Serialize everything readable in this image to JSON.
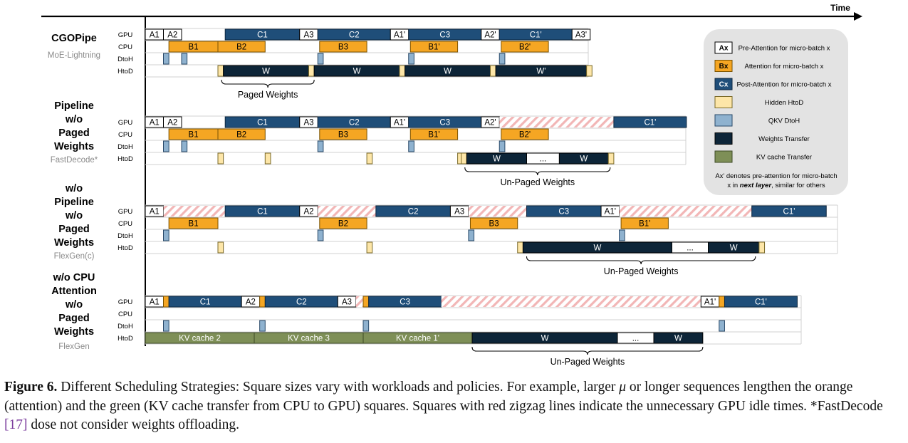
{
  "time_label": "Time",
  "lane_labels": [
    "GPU",
    "CPU",
    "DtoH",
    "HtoD"
  ],
  "colors": {
    "pre_attention": "#ffffff",
    "attention": "#f5a623",
    "post_attention": "#1f4e79",
    "hidden_htod": "#fde6a8",
    "qkv_dtoh": "#8fb2cf",
    "weights_transfer": "#0d2538",
    "kv_cache_transfer": "#7e8f57",
    "idle_stripe": "#f2b6b6"
  },
  "panels": [
    {
      "title_lines": [
        "CGOPipe"
      ],
      "subtitle": "MoE-Lightning",
      "gpu": [
        {
          "t": "pre",
          "s": 0,
          "e": 1,
          "label": "A1"
        },
        {
          "t": "pre",
          "s": 1,
          "e": 2,
          "label": "A2"
        },
        {
          "t": "post",
          "s": 4.4,
          "e": 8.5,
          "label": "C1"
        },
        {
          "t": "pre",
          "s": 8.5,
          "e": 9.5,
          "label": "A3"
        },
        {
          "t": "post",
          "s": 9.5,
          "e": 13.5,
          "label": "C2"
        },
        {
          "t": "pre",
          "s": 13.5,
          "e": 14.5,
          "label": "A1'"
        },
        {
          "t": "post",
          "s": 14.5,
          "e": 18.5,
          "label": "C3"
        },
        {
          "t": "pre",
          "s": 18.5,
          "e": 19.5,
          "label": "A2'"
        },
        {
          "t": "post",
          "s": 19.5,
          "e": 23.5,
          "label": "C1'"
        },
        {
          "t": "pre",
          "s": 23.5,
          "e": 24.5,
          "label": "A3'"
        }
      ],
      "cpu": [
        {
          "t": "attn",
          "s": 1.3,
          "e": 4.0,
          "label": "B1"
        },
        {
          "t": "attn",
          "s": 4.0,
          "e": 6.6,
          "label": "B2"
        },
        {
          "t": "attn",
          "s": 9.6,
          "e": 12.2,
          "label": "B3"
        },
        {
          "t": "attn",
          "s": 14.6,
          "e": 17.2,
          "label": "B1'"
        },
        {
          "t": "attn",
          "s": 19.6,
          "e": 22.2,
          "label": "B2'"
        }
      ],
      "dtoh": [
        {
          "t": "qkv",
          "s": 1.0,
          "e": 1.3
        },
        {
          "t": "qkv",
          "s": 2.0,
          "e": 2.3
        },
        {
          "t": "qkv",
          "s": 9.5,
          "e": 9.8
        },
        {
          "t": "qkv",
          "s": 14.5,
          "e": 14.8
        },
        {
          "t": "qkv",
          "s": 19.5,
          "e": 19.8
        }
      ],
      "htod": [
        {
          "t": "hidden",
          "s": 4.0,
          "e": 4.3
        },
        {
          "t": "weights",
          "s": 4.3,
          "e": 9.0,
          "label": "W"
        },
        {
          "t": "hidden",
          "s": 9.0,
          "e": 9.3
        },
        {
          "t": "weights",
          "s": 9.3,
          "e": 14.0,
          "label": "W"
        },
        {
          "t": "hidden",
          "s": 14.0,
          "e": 14.3
        },
        {
          "t": "weights",
          "s": 14.3,
          "e": 19.0,
          "label": "W"
        },
        {
          "t": "hidden",
          "s": 19.0,
          "e": 19.3
        },
        {
          "t": "weights",
          "s": 19.3,
          "e": 24.3,
          "label": "W'"
        },
        {
          "t": "hidden",
          "s": 24.3,
          "e": 24.6
        }
      ],
      "brace": {
        "s": 4.2,
        "e": 9.3,
        "label": "Paged Weights"
      }
    },
    {
      "title_lines": [
        "Pipeline",
        "w/o",
        "Paged",
        "Weights"
      ],
      "subtitle": "FastDecode*",
      "gpu": [
        {
          "t": "pre",
          "s": 0,
          "e": 1,
          "label": "A1"
        },
        {
          "t": "pre",
          "s": 1,
          "e": 2,
          "label": "A2"
        },
        {
          "t": "post",
          "s": 4.4,
          "e": 8.5,
          "label": "C1"
        },
        {
          "t": "pre",
          "s": 8.5,
          "e": 9.5,
          "label": "A3"
        },
        {
          "t": "post",
          "s": 9.5,
          "e": 13.5,
          "label": "C2"
        },
        {
          "t": "pre",
          "s": 13.5,
          "e": 14.5,
          "label": "A1'"
        },
        {
          "t": "post",
          "s": 14.5,
          "e": 18.5,
          "label": "C3"
        },
        {
          "t": "pre",
          "s": 18.5,
          "e": 19.5,
          "label": "A2'"
        },
        {
          "t": "idle",
          "s": 19.5,
          "e": 25.8
        },
        {
          "t": "post",
          "s": 25.8,
          "e": 29.8,
          "label": "C1'"
        }
      ],
      "cpu": [
        {
          "t": "attn",
          "s": 1.3,
          "e": 4.0,
          "label": "B1"
        },
        {
          "t": "attn",
          "s": 4.0,
          "e": 6.6,
          "label": "B2"
        },
        {
          "t": "attn",
          "s": 9.6,
          "e": 12.2,
          "label": "B3"
        },
        {
          "t": "attn",
          "s": 14.6,
          "e": 17.2,
          "label": "B1'"
        },
        {
          "t": "attn",
          "s": 19.6,
          "e": 22.2,
          "label": "B2'"
        }
      ],
      "dtoh": [
        {
          "t": "qkv",
          "s": 1.0,
          "e": 1.3
        },
        {
          "t": "qkv",
          "s": 2.0,
          "e": 2.3
        },
        {
          "t": "qkv",
          "s": 9.5,
          "e": 9.8
        },
        {
          "t": "qkv",
          "s": 14.5,
          "e": 14.8
        },
        {
          "t": "qkv",
          "s": 19.5,
          "e": 19.8
        }
      ],
      "htod": [
        {
          "t": "hidden",
          "s": 4.0,
          "e": 4.3
        },
        {
          "t": "hidden",
          "s": 6.6,
          "e": 6.9
        },
        {
          "t": "hidden",
          "s": 12.2,
          "e": 12.5
        },
        {
          "t": "hidden",
          "s": 17.2,
          "e": 17.5
        },
        {
          "t": "hidden",
          "s": 17.4,
          "e": 17.7
        },
        {
          "t": "weights",
          "s": 17.7,
          "e": 21.0,
          "label": "W"
        },
        {
          "t": "gap",
          "s": 21.0,
          "e": 22.8,
          "label": "..."
        },
        {
          "t": "weights",
          "s": 22.8,
          "e": 25.5,
          "label": "W"
        },
        {
          "t": "hidden",
          "s": 25.5,
          "e": 25.8
        }
      ],
      "brace": {
        "s": 17.6,
        "e": 25.6,
        "label": "Un-Paged Weights"
      }
    },
    {
      "title_lines": [
        "w/o",
        "Pipeline",
        "w/o",
        "Paged",
        "Weights"
      ],
      "subtitle": "FlexGen(c)",
      "gpu": [
        {
          "t": "pre",
          "s": 0,
          "e": 1,
          "label": "A1"
        },
        {
          "t": "idle",
          "s": 1,
          "e": 4.4
        },
        {
          "t": "post",
          "s": 4.4,
          "e": 8.5,
          "label": "C1"
        },
        {
          "t": "pre",
          "s": 8.5,
          "e": 9.5,
          "label": "A2"
        },
        {
          "t": "idle",
          "s": 9.5,
          "e": 12.7
        },
        {
          "t": "post",
          "s": 12.7,
          "e": 16.8,
          "label": "C2"
        },
        {
          "t": "pre",
          "s": 16.8,
          "e": 17.8,
          "label": "A3"
        },
        {
          "t": "idle",
          "s": 17.8,
          "e": 21.0
        },
        {
          "t": "post",
          "s": 21.0,
          "e": 25.1,
          "label": "C3"
        },
        {
          "t": "pre",
          "s": 25.1,
          "e": 26.1,
          "label": "A1'"
        },
        {
          "t": "idle",
          "s": 26.1,
          "e": 33.4
        },
        {
          "t": "post",
          "s": 33.4,
          "e": 37.5,
          "label": "C1'"
        }
      ],
      "cpu": [
        {
          "t": "attn",
          "s": 1.3,
          "e": 4.0,
          "label": "B1"
        },
        {
          "t": "attn",
          "s": 9.6,
          "e": 12.2,
          "label": "B2"
        },
        {
          "t": "attn",
          "s": 17.9,
          "e": 20.5,
          "label": "B3"
        },
        {
          "t": "attn",
          "s": 26.2,
          "e": 28.8,
          "label": "B1'"
        }
      ],
      "dtoh": [
        {
          "t": "qkv",
          "s": 1.0,
          "e": 1.3
        },
        {
          "t": "qkv",
          "s": 9.5,
          "e": 9.8
        },
        {
          "t": "qkv",
          "s": 17.8,
          "e": 18.1
        },
        {
          "t": "qkv",
          "s": 26.1,
          "e": 26.4
        }
      ],
      "htod": [
        {
          "t": "hidden",
          "s": 4.0,
          "e": 4.3
        },
        {
          "t": "hidden",
          "s": 12.2,
          "e": 12.5
        },
        {
          "t": "hidden",
          "s": 20.5,
          "e": 20.8
        },
        {
          "t": "weights",
          "s": 20.8,
          "e": 29.0,
          "label": "W"
        },
        {
          "t": "gap",
          "s": 29.0,
          "e": 31.0,
          "label": "..."
        },
        {
          "t": "weights",
          "s": 31.0,
          "e": 33.8,
          "label": "W"
        },
        {
          "t": "hidden",
          "s": 33.8,
          "e": 34.1
        }
      ],
      "brace": {
        "s": 21.0,
        "e": 33.6,
        "label": "Un-Paged Weights"
      }
    },
    {
      "title_lines": [
        "w/o CPU",
        "Attention",
        "w/o",
        "Paged",
        "Weights"
      ],
      "subtitle": "FlexGen",
      "gpu": [
        {
          "t": "pre",
          "s": 0,
          "e": 1,
          "label": "A1"
        },
        {
          "t": "attn",
          "s": 1.0,
          "e": 1.3
        },
        {
          "t": "post",
          "s": 1.3,
          "e": 5.3,
          "label": "C1"
        },
        {
          "t": "pre",
          "s": 5.3,
          "e": 6.3,
          "label": "A2"
        },
        {
          "t": "attn",
          "s": 6.3,
          "e": 6.6
        },
        {
          "t": "post",
          "s": 6.6,
          "e": 10.6,
          "label": "C2"
        },
        {
          "t": "pre",
          "s": 10.6,
          "e": 11.6,
          "label": "A3"
        },
        {
          "t": "idle",
          "s": 11.6,
          "e": 12.0
        },
        {
          "t": "attn",
          "s": 12.0,
          "e": 12.3
        },
        {
          "t": "post",
          "s": 12.3,
          "e": 16.3,
          "label": "C3"
        },
        {
          "t": "idle",
          "s": 16.3,
          "e": 30.6
        },
        {
          "t": "pre",
          "s": 30.6,
          "e": 31.6,
          "label": "A1'"
        },
        {
          "t": "attn",
          "s": 31.6,
          "e": 31.9
        },
        {
          "t": "post",
          "s": 31.9,
          "e": 35.9,
          "label": "C1'"
        }
      ],
      "cpu": [],
      "dtoh": [
        {
          "t": "qkv",
          "s": 1.0,
          "e": 1.3
        },
        {
          "t": "qkv",
          "s": 6.3,
          "e": 6.6
        },
        {
          "t": "qkv",
          "s": 12.0,
          "e": 12.3
        },
        {
          "t": "qkv",
          "s": 31.6,
          "e": 31.9
        }
      ],
      "htod": [
        {
          "t": "kv",
          "s": 0,
          "e": 6.0,
          "label": "KV cache 2"
        },
        {
          "t": "kv",
          "s": 6.0,
          "e": 12.0,
          "label": "KV cache 3"
        },
        {
          "t": "kv",
          "s": 12.0,
          "e": 18.0,
          "label": "KV cache 1'"
        },
        {
          "t": "weights",
          "s": 18.0,
          "e": 26.0,
          "label": "W"
        },
        {
          "t": "gap",
          "s": 26.0,
          "e": 28.0,
          "label": "..."
        },
        {
          "t": "weights",
          "s": 28.0,
          "e": 30.7,
          "label": "W"
        }
      ],
      "brace": {
        "s": 18.0,
        "e": 30.7,
        "label": "Un-Paged Weights"
      }
    }
  ],
  "legend": {
    "items": [
      {
        "kind": "pre",
        "swatch": "Ax",
        "label": "Pre-Attention for micro-batch x"
      },
      {
        "kind": "attn",
        "swatch": "Bx",
        "label": "Attention for micro-batch x"
      },
      {
        "kind": "post",
        "swatch": "Cx",
        "label": "Post-Attention for micro-batch x"
      },
      {
        "kind": "hidden",
        "swatch": "",
        "label": "Hidden HtoD"
      },
      {
        "kind": "qkv",
        "swatch": "",
        "label": "QKV DtoH"
      },
      {
        "kind": "weights",
        "swatch": "",
        "label": "Weights Transfer"
      },
      {
        "kind": "kv",
        "swatch": "",
        "label": "KV cache Transfer"
      }
    ],
    "note_line1": "Ax' denotes pre-attention for micro-batch",
    "note_line2_pre": "x in ",
    "note_line2_emph": "next layer",
    "note_line2_post": ", similar for others"
  },
  "caption": {
    "figure_label": "Figure 6.",
    "text_1": " Different Scheduling Strategies: Square sizes vary with workloads and policies. For example, larger ",
    "mu": "μ",
    "text_2": " or longer sequences lengthen the orange (attention) and the green (KV cache transfer from CPU to GPU) squares. Squares with red zigzag lines indicate the unnecessary GPU idle times. *FastDecode ",
    "ref": "[17]",
    "text_3": " dose not consider weights offloading."
  }
}
